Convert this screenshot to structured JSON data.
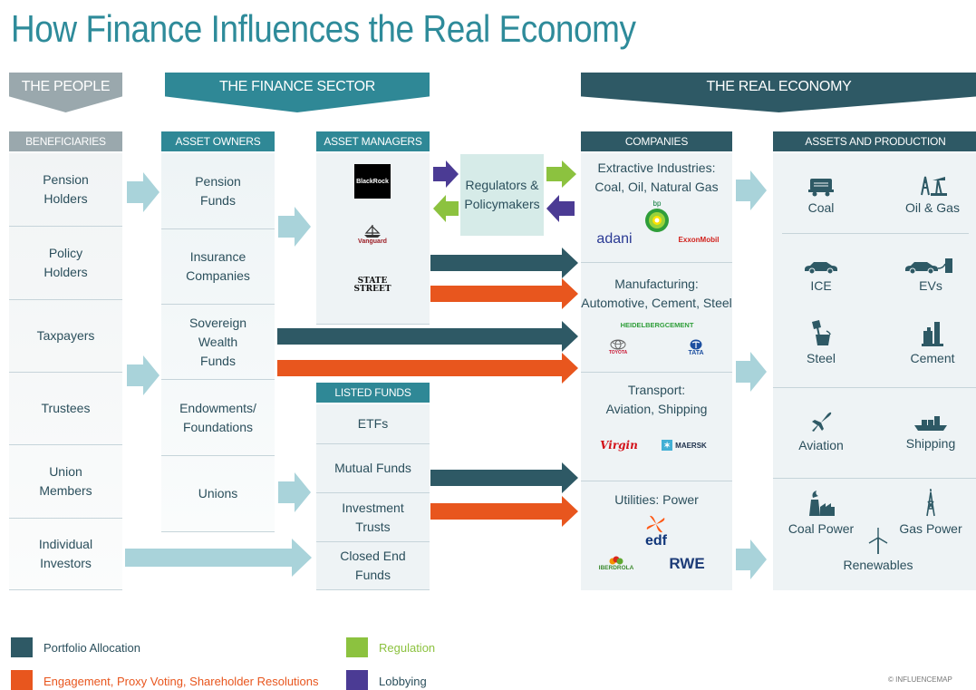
{
  "title": "How Finance Influences the Real Economy",
  "colors": {
    "portfolio_allocation": "#2e5965",
    "engagement": "#e8561e",
    "regulation": "#8cc23f",
    "lobbying": "#4b3b94",
    "flow_light": "#a9d3da"
  },
  "sections": {
    "people": "THE PEOPLE",
    "finance": "THE FINANCE SECTOR",
    "real": "THE REAL ECONOMY"
  },
  "headers": {
    "beneficiaries": "BENEFICIARIES",
    "asset_owners": "ASSET OWNERS",
    "asset_managers": "ASSET MANAGERS",
    "listed_funds": "LISTED FUNDS",
    "companies": "COMPANIES",
    "assets_production": "ASSETS AND PRODUCTION"
  },
  "beneficiaries": [
    "Pension\nHolders",
    "Policy\nHolders",
    "Taxpayers",
    "Trustees",
    "Union\nMembers",
    "Individual\nInvestors"
  ],
  "asset_owners": [
    "Pension\nFunds",
    "Insurance\nCompanies",
    "Sovereign\nWealth\nFunds",
    "Endowments/\nFoundations",
    "Unions"
  ],
  "asset_managers_logos": [
    "BlackRock",
    "Vanguard",
    "STATE\nSTREET"
  ],
  "listed_funds": [
    "ETFs",
    "Mutual Funds",
    "Investment\nTrusts",
    "Closed End\nFunds"
  ],
  "regulators": "Regulators &\nPolicymakers",
  "companies": {
    "extractive": "Extractive Industries:\nCoal, Oil, Natural Gas",
    "manufacturing": "Manufacturing:\nAutomotive, Cement, Steel",
    "transport": "Transport:\nAviation, Shipping",
    "utilities": "Utilities: Power"
  },
  "company_logos": {
    "bp": "bp",
    "adani": "adani",
    "exxon": "ExxonMobil",
    "heidelberg": "HEIDELBERGCEMENT",
    "toyota": "TOYOTA",
    "tata": "TATA",
    "virgin": "Virgin",
    "maersk": "MAERSK",
    "edf": "edf",
    "iberdrola": "IBERDROLA",
    "rwe": "RWE"
  },
  "assets": {
    "coal": "Coal",
    "oil_gas": "Oil & Gas",
    "ice": "ICE",
    "evs": "EVs",
    "steel": "Steel",
    "cement": "Cement",
    "aviation": "Aviation",
    "shipping": "Shipping",
    "coal_power": "Coal Power",
    "gas_power": "Gas Power",
    "renewables": "Renewables"
  },
  "legend": {
    "portfolio_allocation": "Portfolio Allocation",
    "engagement": "Engagement, Proxy Voting, Shareholder Resolutions",
    "regulation": "Regulation",
    "lobbying": "Lobbying"
  },
  "credit": "© INFLUENCEMAP"
}
